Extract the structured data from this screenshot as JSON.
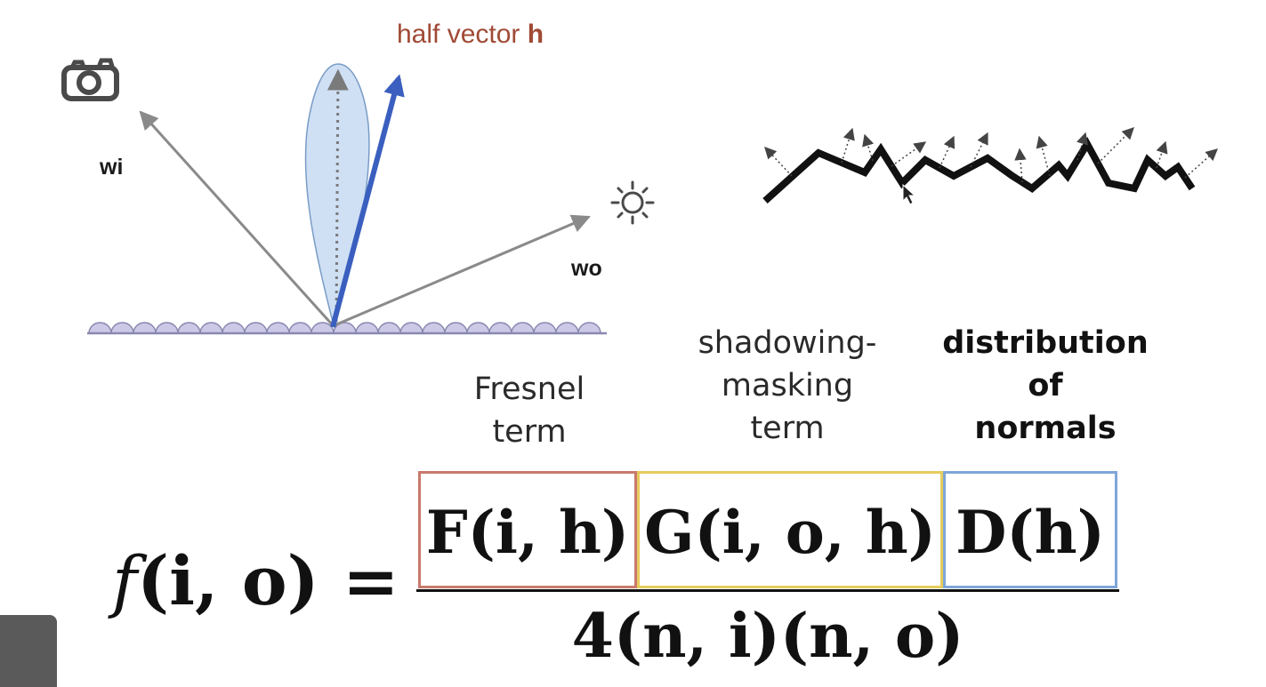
{
  "labels": {
    "half_vector_prefix": "half vector ",
    "half_vector_symbol": "h",
    "wi": "wi",
    "wo": "wo"
  },
  "terms": {
    "fresnel": [
      "Fresnel",
      "term"
    ],
    "shadowing": [
      "shadowing-",
      "masking",
      "term"
    ],
    "distribution": [
      "distribution",
      "of",
      "normals"
    ]
  },
  "equation": {
    "lhs_func": "f",
    "lhs_args": "(i, o) =",
    "numerator_f": "F(i, h)",
    "numerator_g": "G(i, o, h)",
    "numerator_d": "D(h)",
    "denominator": "4(n, i)(n, o)"
  },
  "icons": {
    "camera": "camera-icon",
    "sun": "sun-icon",
    "cursor": "cursor-icon"
  },
  "colors": {
    "half_vector": "#3a5fbf",
    "half_vector_label": "#a04a35",
    "lobe_fill": "#cfe0f5",
    "surface_fill": "#cbc9e6",
    "fresnel_box": "#c97a6d",
    "shadowing_box": "#e6cc5c",
    "distribution_box": "#7ea6d8"
  }
}
